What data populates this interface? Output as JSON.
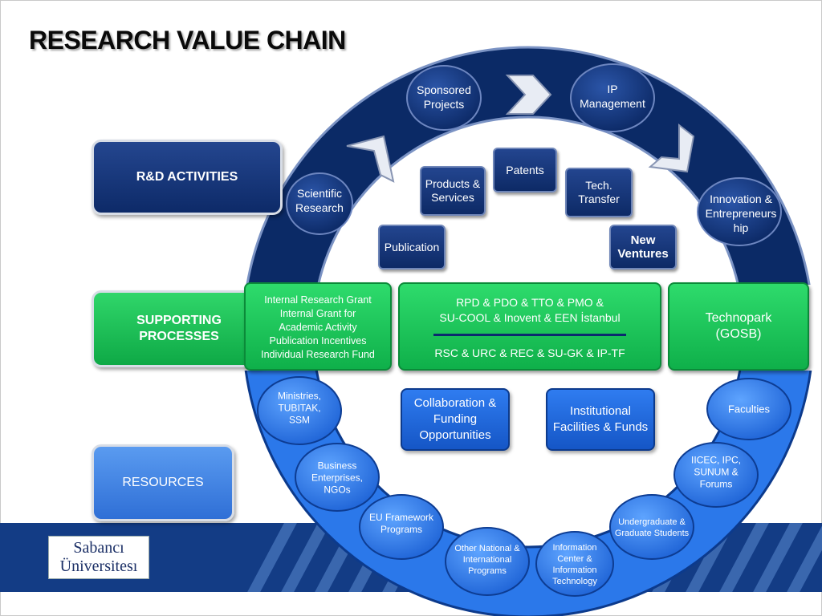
{
  "title": "RESEARCH VALUE CHAIN",
  "side": {
    "rd": "R&D ACTIVITIES",
    "supporting": "SUPPORTING PROCESSES",
    "resources": "RESOURCES"
  },
  "rd_ring": {
    "scientific_research": "Scientific Research",
    "sponsored_projects": "Sponsored Projects",
    "ip_management": "IP Management",
    "innovation": "Innovation & Entrepreneurs hip",
    "products_services": "Products & Services",
    "patents": "Patents",
    "tech_transfer": "Tech. Transfer",
    "publication": "Publication",
    "new_ventures": "New Ventures"
  },
  "supporting": {
    "left_lines": [
      "Internal Research Grant",
      "Internal Grant for",
      "Academic Activity",
      "Publication Incentives",
      "Individual Research Fund"
    ],
    "center_line1": "RPD & PDO & TTO & PMO &",
    "center_line2": "SU-COOL & Inovent & EEN İstanbul",
    "center_line3": "RSC & URC & REC & SU-GK & IP-TF",
    "right": "Technopark (GOSB)"
  },
  "resources": {
    "ministries": "Ministries, TUBITAK, SSM",
    "business": "Business Enterprises, NGOs",
    "eu": "EU Framework Programs",
    "other_national": "Other National & International Programs",
    "information_center": "Information Center & Information Technology",
    "undergraduate": "Undergraduate & Graduate Students",
    "iicec": "IICEC, IPC, SUNUM & Forums",
    "faculties": "Faculties",
    "collaboration": "Collaboration & Funding Opportunities",
    "institutional": "Institutional Facilities & Funds"
  },
  "logo": {
    "line1": "Sabancı",
    "line2": "Üniversitesı"
  }
}
